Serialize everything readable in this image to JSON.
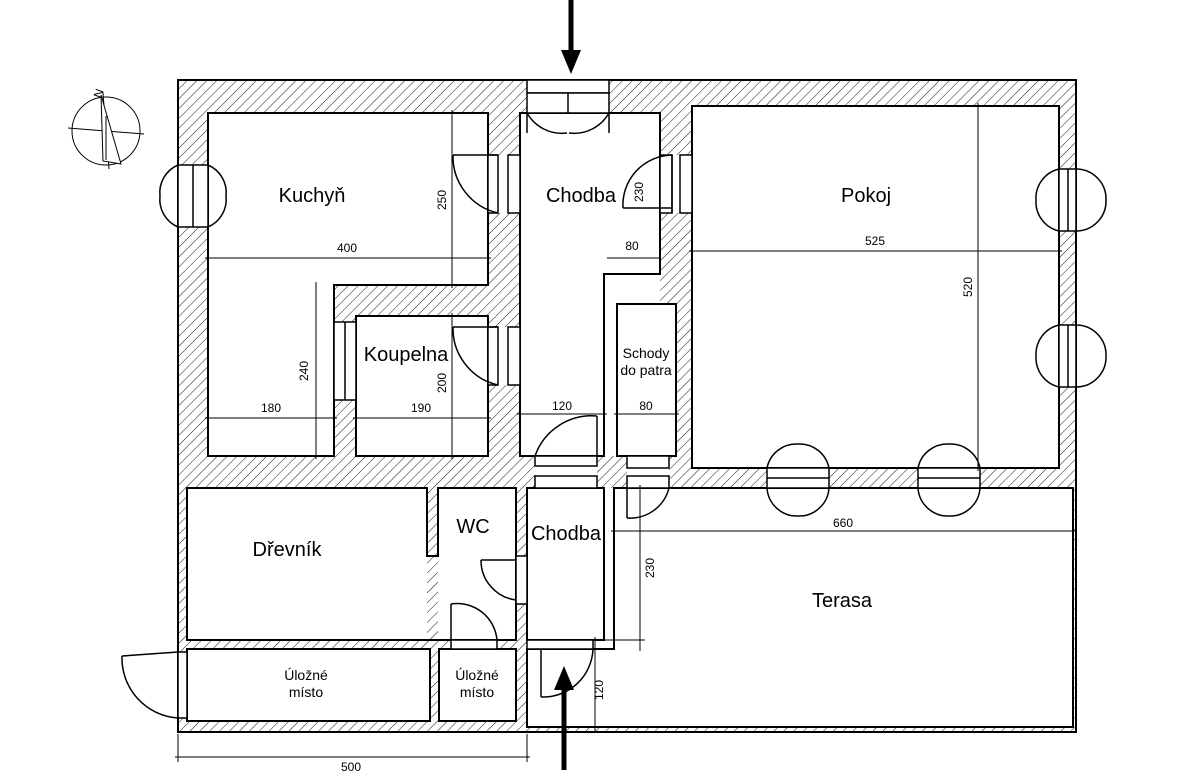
{
  "rooms": {
    "kuchyn": "Kuchyň",
    "chodba_upper": "Chodba",
    "pokoj": "Pokoj",
    "koupelna": "Koupelna",
    "schody_line1": "Schody",
    "schody_line2": "do patra",
    "drevnik": "Dřevník",
    "wc": "WC",
    "chodba_lower": "Chodba",
    "terasa": "Terasa",
    "ulozne1_line1": "Úložné",
    "ulozne1_line2": "místo",
    "ulozne2_line1": "Úložné",
    "ulozne2_line2": "místo"
  },
  "dimensions": {
    "kuchyn_width": "400",
    "kuchyn_height": "250",
    "chodba_door_230": "230",
    "chodba_80_top": "80",
    "pokoj_width": "525",
    "pokoj_height": "520",
    "left_240": "240",
    "koupelna_200": "200",
    "width_180": "180",
    "width_190": "190",
    "width_120": "120",
    "width_80": "80",
    "terasa_660": "660",
    "terasa_230": "230",
    "bottom_120": "120",
    "overall_500": "500"
  },
  "compass": {
    "north": "N"
  },
  "colors": {
    "line": "#000000",
    "hatch": "#000000",
    "background": "#ffffff"
  }
}
